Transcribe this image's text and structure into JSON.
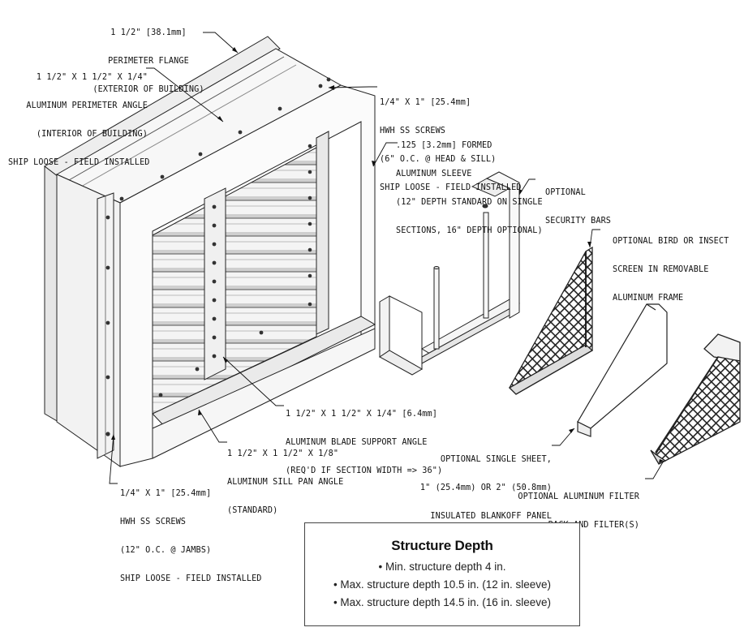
{
  "callouts": {
    "perimeter_flange": [
      "1 1/2\" [38.1mm]",
      "PERIMETER FLANGE",
      "(EXTERIOR OF BUILDING)"
    ],
    "perimeter_angle": [
      "1 1/2\" X 1 1/2\" X 1/4\"",
      "ALUMINUM PERIMETER ANGLE",
      "(INTERIOR OF BUILDING)",
      "SHIP LOOSE - FIELD INSTALLED"
    ],
    "head_sill_screws": [
      "1/4\" X 1\" [25.4mm]",
      "HWH SS SCREWS",
      "(6\" O.C. @ HEAD & SILL)",
      "SHIP LOOSE - FIELD INSTALLED"
    ],
    "sleeve": [
      ".125 [3.2mm] FORMED",
      "ALUMINUM SLEEVE",
      "(12\" DEPTH STANDARD ON SINGLE",
      "SECTIONS, 16\" DEPTH OPTIONAL)"
    ],
    "security_bars": [
      "OPTIONAL",
      "SECURITY BARS"
    ],
    "insect_screen": [
      "OPTIONAL BIRD OR INSECT",
      "SCREEN IN REMOVABLE",
      "ALUMINUM FRAME"
    ],
    "blade_support": [
      "1 1/2\" X 1 1/2\" X 1/4\" [6.4mm]",
      "ALUMINUM BLADE SUPPORT ANGLE",
      "(REQ'D IF SECTION WIDTH => 36\")"
    ],
    "sill_pan": [
      "1 1/2\" X 1 1/2\" X 1/8\"",
      "ALUMINUM SILL PAN ANGLE",
      "(STANDARD)"
    ],
    "blankoff_panel": [
      "OPTIONAL SINGLE SHEET,",
      "1\" (25.4mm) OR 2\" (50.8mm)",
      "INSULATED BLANKOFF PANEL"
    ],
    "jamb_screws": [
      "1/4\" X 1\" [25.4mm]",
      "HWH SS SCREWS",
      "(12\" O.C. @ JAMBS)",
      "SHIP LOOSE - FIELD INSTALLED"
    ],
    "filter_rack": [
      "OPTIONAL ALUMINUM FILTER",
      "RACK AND FILTER(S)"
    ]
  },
  "structure_depth": {
    "title": "Structure Depth",
    "items": [
      "• Min. structure depth 4 in.",
      "• Max. structure depth 10.5 in. (12 in. sleeve)",
      "• Max. structure depth 14.5 in. (16 in. sleeve)"
    ]
  }
}
